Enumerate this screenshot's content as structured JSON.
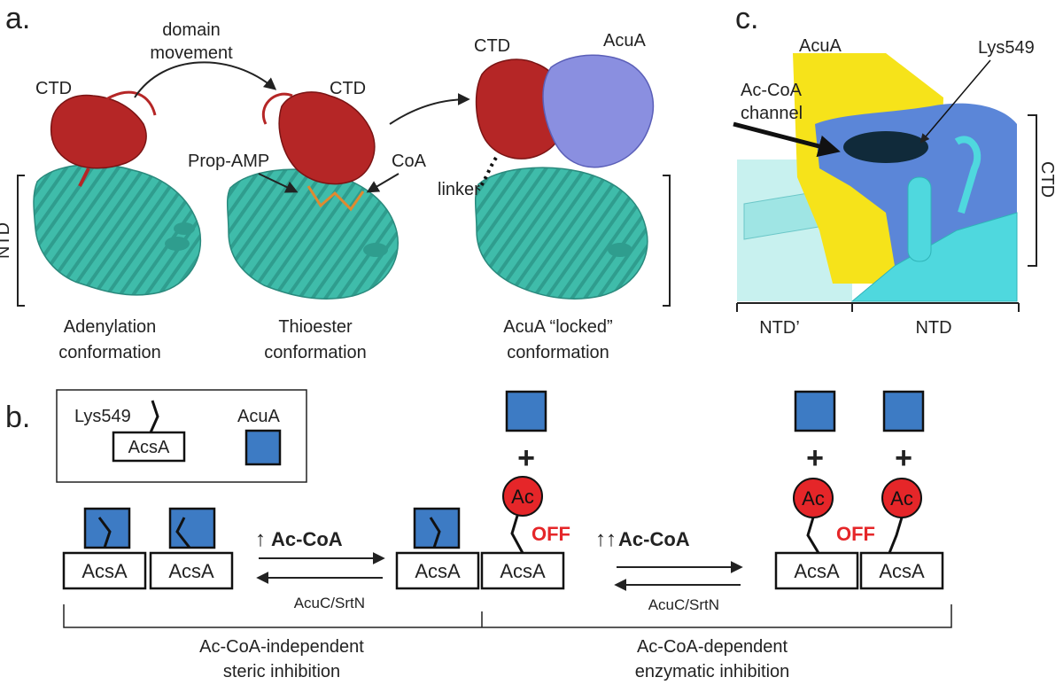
{
  "panel_a": {
    "label": "a.",
    "domain_movement": [
      "domain",
      "movement"
    ],
    "ctd_label": "CTD",
    "ntd_label": "NTD",
    "acua_label": "AcuA",
    "prop_amp": "Prop-AMP",
    "coa": "CoA",
    "linker": "linker",
    "captions": {
      "adenylation": [
        "Adenylation",
        "conformation"
      ],
      "thioester": [
        "Thioester",
        "conformation"
      ],
      "locked": [
        "AcuA “locked”",
        "conformation"
      ]
    }
  },
  "panel_b": {
    "label": "b.",
    "legend": {
      "lys549": "Lys549",
      "acsa": "AcsA",
      "acua": "AcuA"
    },
    "acsa": "AcsA",
    "ac": "Ac",
    "plus": "+",
    "off": "OFF",
    "reaction1": {
      "up": "↑",
      "forward": "Ac-CoA",
      "reverse": "AcuC/SrtN"
    },
    "reaction2": {
      "up": "↑↑",
      "forward": "Ac-CoA",
      "reverse": "AcuC/SrtN"
    },
    "group1": [
      "Ac-CoA-independent",
      "steric inhibition"
    ],
    "group2": [
      "Ac-CoA-dependent",
      "enzymatic inhibition"
    ]
  },
  "panel_c": {
    "label": "c.",
    "acua": "AcuA",
    "lys549": "Lys549",
    "channel": [
      "Ac-CoA",
      "channel"
    ],
    "ctd": "CTD",
    "ntd_prime": "NTD’",
    "ntd": "NTD"
  },
  "colors": {
    "teal": "#3fbcaa",
    "red_domain": "#b52626",
    "lavender": "#8a8fe0",
    "yellow_surface": "#f6e31a",
    "blue_surface": "#5b86d8",
    "cyan": "#4fd8de",
    "acua_square": "#3d7bc4",
    "ac_circle": "#e52629",
    "off_text": "#e52629"
  }
}
